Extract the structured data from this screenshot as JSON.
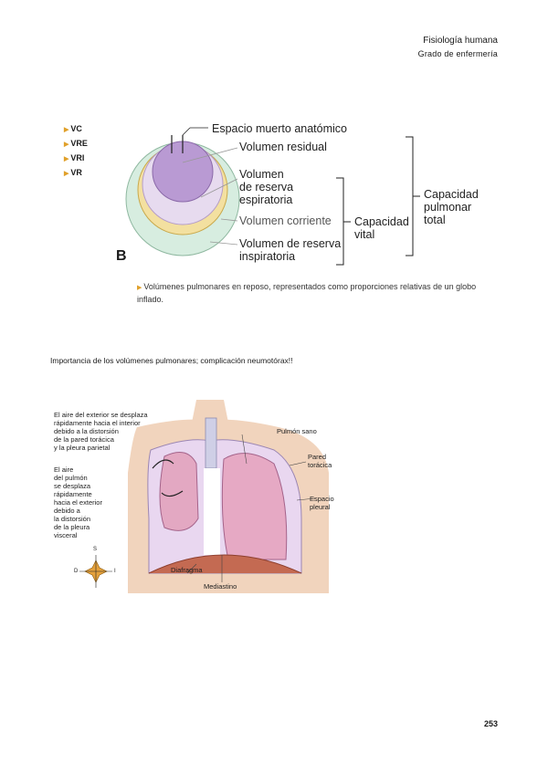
{
  "header": {
    "line1": "Fisiología humana",
    "line2": "Grado de enfermería"
  },
  "figure1": {
    "legend": [
      "VC",
      "VRE",
      "VRI",
      "VR"
    ],
    "labels": {
      "dead_space": "Espacio muerto anatómico",
      "residual": "Volumen residual",
      "expiratory_1": "Volumen",
      "expiratory_2": "de reserva",
      "expiratory_3": "espiratoria",
      "tidal": "Volumen corriente",
      "inspiratory_1": "Volumen de reserva",
      "inspiratory_2": "inspiratoria",
      "vital_1": "Capacidad",
      "vital_2": "vital",
      "total_1": "Capacidad",
      "total_2": "pulmonar",
      "total_3": "total"
    },
    "letter": "B",
    "caption": "Volúmenes pulmonares en reposo, representados como proporciones relativas de un globo inflado."
  },
  "section_caption": "Importancia de los volúmenes pulmonares; complicación neumotórax!!",
  "figure2": {
    "left_text_1": [
      "El aire del exterior se desplaza",
      "rápidamente hacia el interior",
      "debido a la distorsión",
      "de la pared torácica",
      "y la pleura parietal"
    ],
    "left_text_2": [
      "El aire",
      "del pulmón",
      "se desplaza",
      "rápidamente",
      "hacia el exterior",
      "debido a",
      "la distorsión",
      "de la pleura",
      "visceral"
    ],
    "healthy_lung": "Pulmón sano",
    "thoracic_wall_1": "Pared",
    "thoracic_wall_2": "torácica",
    "pleural_space_1": "Espacio",
    "pleural_space_2": "pleural",
    "diaphragm": "Diafragma",
    "mediastinum": "Mediastino",
    "compass_s": "S",
    "compass_d": "D",
    "compass_l": "I"
  },
  "page_number": "253"
}
